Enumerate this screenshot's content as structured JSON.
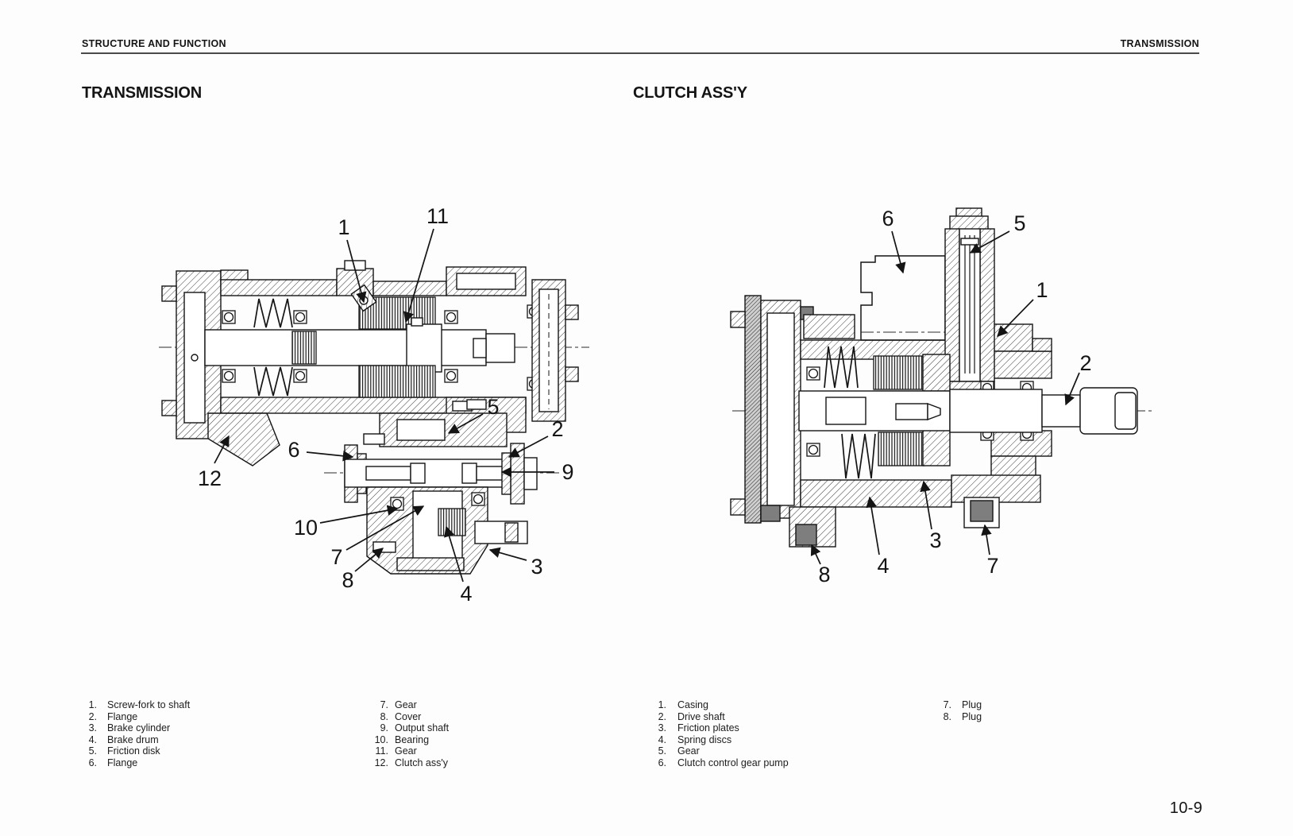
{
  "page": {
    "header_left": "STRUCTURE AND FUNCTION",
    "header_right": "TRANSMISSION",
    "page_number": "10-9"
  },
  "transmission": {
    "title": "TRANSMISSION",
    "callouts": [
      "1",
      "11",
      "5",
      "2",
      "6",
      "9",
      "12",
      "10",
      "7",
      "8",
      "4",
      "3"
    ],
    "parts_col1": [
      {
        "num": "1.",
        "label": "Screw-fork to shaft"
      },
      {
        "num": "2.",
        "label": "Flange"
      },
      {
        "num": "3.",
        "label": "Brake cylinder"
      },
      {
        "num": "4.",
        "label": "Brake drum"
      },
      {
        "num": "5.",
        "label": "Friction disk"
      },
      {
        "num": "6.",
        "label": "Flange"
      }
    ],
    "parts_col2": [
      {
        "num": "7.",
        "label": "Gear"
      },
      {
        "num": "8.",
        "label": "Cover"
      },
      {
        "num": "9.",
        "label": "Output shaft"
      },
      {
        "num": "10.",
        "label": "Bearing"
      },
      {
        "num": "11.",
        "label": "Gear"
      },
      {
        "num": "12.",
        "label": "Clutch ass'y"
      }
    ]
  },
  "clutch": {
    "title": "CLUTCH ASS'Y",
    "callouts": [
      "6",
      "5",
      "1",
      "2",
      "8",
      "4",
      "3",
      "7"
    ],
    "parts_col1": [
      {
        "num": "1.",
        "label": "Casing"
      },
      {
        "num": "2.",
        "label": "Drive shaft"
      },
      {
        "num": "3.",
        "label": "Friction plates"
      },
      {
        "num": "4.",
        "label": "Spring discs"
      },
      {
        "num": "5.",
        "label": "Gear"
      },
      {
        "num": "6.",
        "label": "Clutch control gear pump"
      }
    ],
    "parts_col2": [
      {
        "num": "7.",
        "label": "Plug"
      },
      {
        "num": "8.",
        "label": "Plug"
      }
    ]
  }
}
